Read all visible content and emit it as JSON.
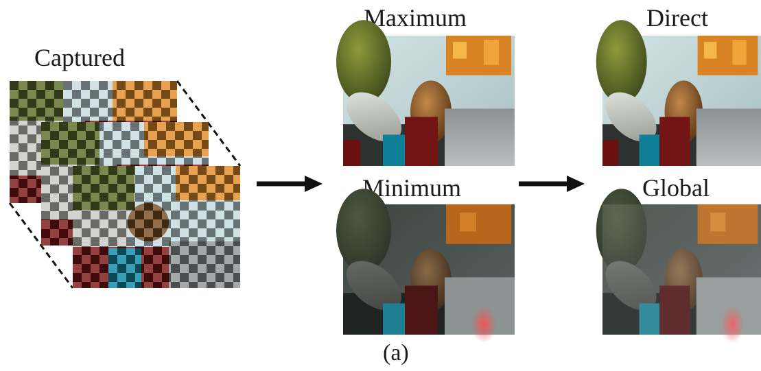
{
  "labels": {
    "captured": "Captured",
    "maximum": "Maximum",
    "minimum": "Minimum",
    "direct": "Direct",
    "global": "Global"
  },
  "caption": "(a)",
  "colors": {
    "background": "#ffffff",
    "text": "#1a1a1a",
    "arrow": "#111111",
    "stroke": "#111111",
    "orange": "#e0902a",
    "green": "#6b7a2c",
    "lightblue": "#c6dde0",
    "brown": "#7a4e25",
    "red": "#7a1616",
    "teal": "#0f8aa6",
    "gray": "#8e9698",
    "dark": "#2b2b2b"
  }
}
